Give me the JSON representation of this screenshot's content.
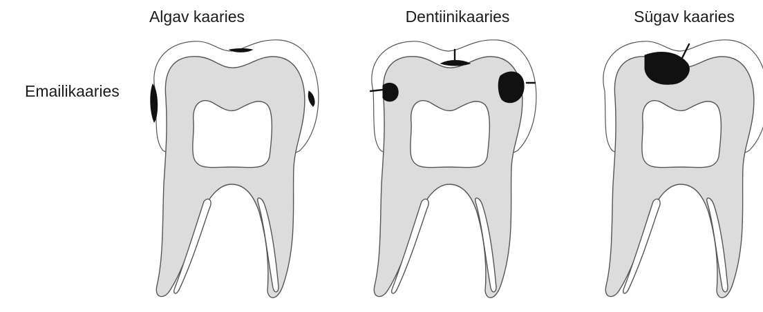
{
  "labels": {
    "stage1": "Algav kaaries",
    "stage2": "Dentiinikaaries",
    "stage3": "Sügav kaaries",
    "side": "Emailikaaries"
  },
  "colors": {
    "background": "#ffffff",
    "dentin": "#dcdcdc",
    "lesion": "#111111",
    "outline": "#555555"
  }
}
